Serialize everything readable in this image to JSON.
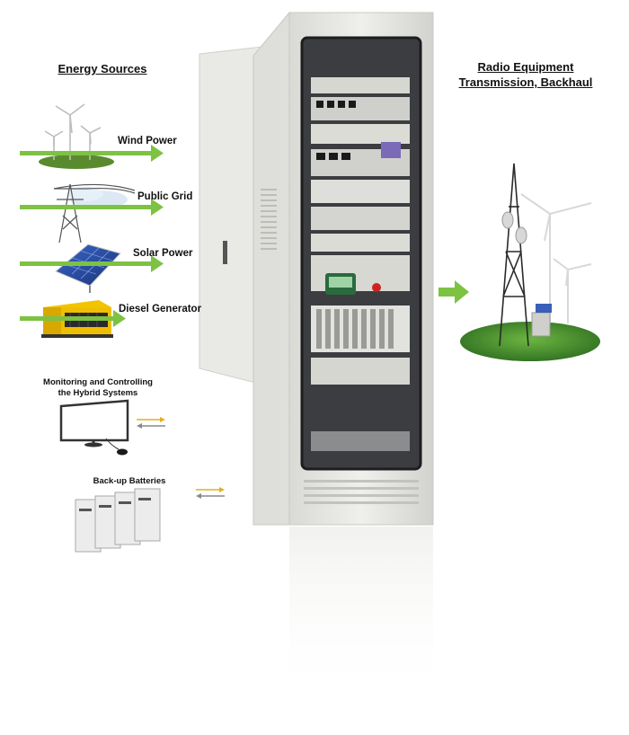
{
  "headings": {
    "energy_sources": "Energy Sources",
    "radio_line1": "Radio Equipment",
    "radio_line2": "Transmission, Backhaul"
  },
  "sources": [
    {
      "label": "Wind Power",
      "icon": "wind-turbines-icon"
    },
    {
      "label": "Public Grid",
      "icon": "power-pylon-icon"
    },
    {
      "label": "Solar Power",
      "icon": "solar-panel-icon"
    },
    {
      "label": "Diesel Generator",
      "icon": "diesel-generator-icon"
    }
  ],
  "monitoring": {
    "line1": "Monitoring and Controlling",
    "line2": "the Hybrid Systems",
    "icon": "monitor-icon"
  },
  "batteries": {
    "label": "Back-up Batteries",
    "icon": "battery-bank-icon"
  },
  "colors": {
    "arrow_green": "#7dc242",
    "arrow_yellow": "#e0b020",
    "arrow_grey": "#8a8a8a",
    "cabinet": "#e6e6e2",
    "grass": "#3f8a2a"
  }
}
